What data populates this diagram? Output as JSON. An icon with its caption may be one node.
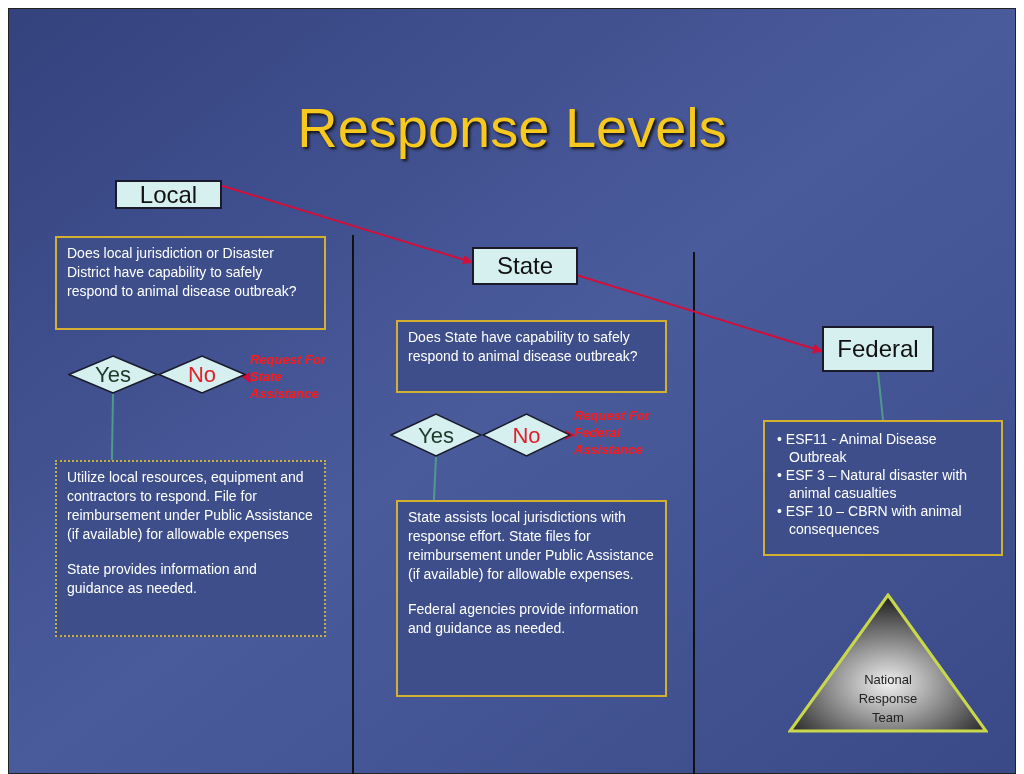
{
  "diagram": {
    "title": "Response Levels",
    "nodes": [
      {
        "text": [
          "Local"
        ]
      },
      {
        "text": [
          "State"
        ]
      },
      {
        "text": [
          "Federal"
        ]
      },
      {
        "text": [
          "Does local jurisdiction or Disaster District have capability to safely respond to animal disease outbreak?"
        ]
      },
      {
        "text": [
          "Yes"
        ]
      },
      {
        "text": [
          "No"
        ]
      },
      {
        "text": [
          "Request For State Assistance"
        ]
      },
      {
        "text": [
          "Utilize local resources, equipment and contractors to respond. File for reimbursement under Public Assistance (if available) for allowable expenses",
          "State provides information and guidance as needed."
        ]
      },
      {
        "text": [
          "Does State have capability to safely respond to animal disease outbreak?"
        ]
      },
      {
        "text": [
          "Yes"
        ]
      },
      {
        "text": [
          "No"
        ]
      },
      {
        "text": [
          "Request For Federal Assistance"
        ]
      },
      {
        "text": [
          "State assists local jurisdictions with response effort. State files for reimbursement under Public Assistance (if available) for allowable expenses.",
          "Federal agencies provide information and guidance as needed."
        ]
      },
      {
        "text": [
          "• ESF11 - Animal Disease Outbreak",
          "• ESF 3 – Natural disaster with animal casualties",
          "• ESF 10 – CBRN with animal consequences"
        ]
      },
      {
        "text": [
          "National Response Team"
        ]
      }
    ],
    "edges": [
      {
        "from": 0,
        "to": 1,
        "arrow": "to"
      },
      {
        "from": 1,
        "to": 2,
        "arrow": "to"
      },
      {
        "from": 5,
        "to": 6,
        "arrow": "to"
      },
      {
        "from": 4,
        "to": 7,
        "arrow": "none",
        "color": "#4f9a8c"
      },
      {
        "from": 10,
        "to": 11,
        "arrow": "to"
      },
      {
        "from": 9,
        "to": 12,
        "arrow": "none",
        "color": "#4f9a8c"
      },
      {
        "from": 2,
        "to": 13,
        "arrow": "none",
        "color": "#4f9a8c"
      }
    ]
  }
}
